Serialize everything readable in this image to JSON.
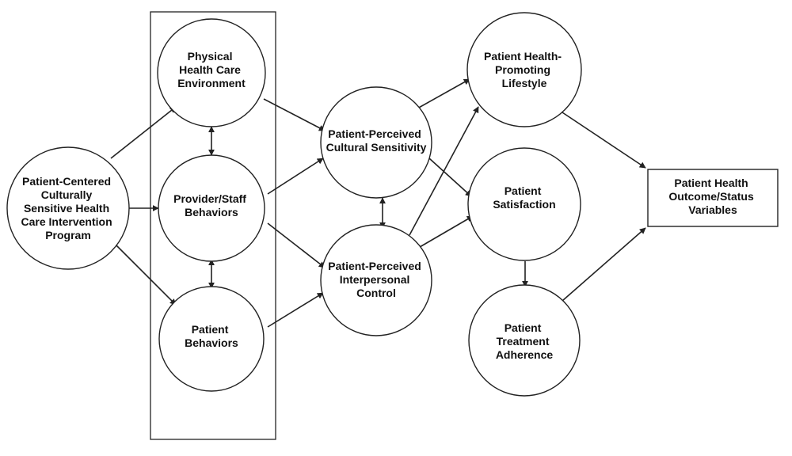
{
  "nodes": {
    "program": {
      "lines": [
        "Patient-Centered",
        "Culturally",
        "Sensitive Health",
        "Care Intervention",
        "Program"
      ]
    },
    "environment": {
      "lines": [
        "Physical",
        "Health Care",
        "Environment"
      ]
    },
    "provider": {
      "lines": [
        "Provider/Staff",
        "Behaviors"
      ]
    },
    "patient_behaviors": {
      "lines": [
        "Patient",
        "Behaviors"
      ]
    },
    "cultural_sensitivity": {
      "lines": [
        "Patient-Perceived",
        "Cultural Sensitivity"
      ]
    },
    "interpersonal_control": {
      "lines": [
        "Patient-Perceived",
        "Interpersonal",
        "Control"
      ]
    },
    "lifestyle": {
      "lines": [
        "Patient Health-",
        "Promoting",
        "Lifestyle"
      ]
    },
    "satisfaction": {
      "lines": [
        "Patient",
        "Satisfaction"
      ]
    },
    "adherence": {
      "lines": [
        "Patient",
        "Treatment",
        "Adherence"
      ]
    },
    "outcome": {
      "lines": [
        "Patient Health",
        "Outcome/Status",
        "Variables"
      ]
    }
  },
  "colors": {
    "stroke": "#222222",
    "background": "#ffffff",
    "text": "#111111"
  }
}
